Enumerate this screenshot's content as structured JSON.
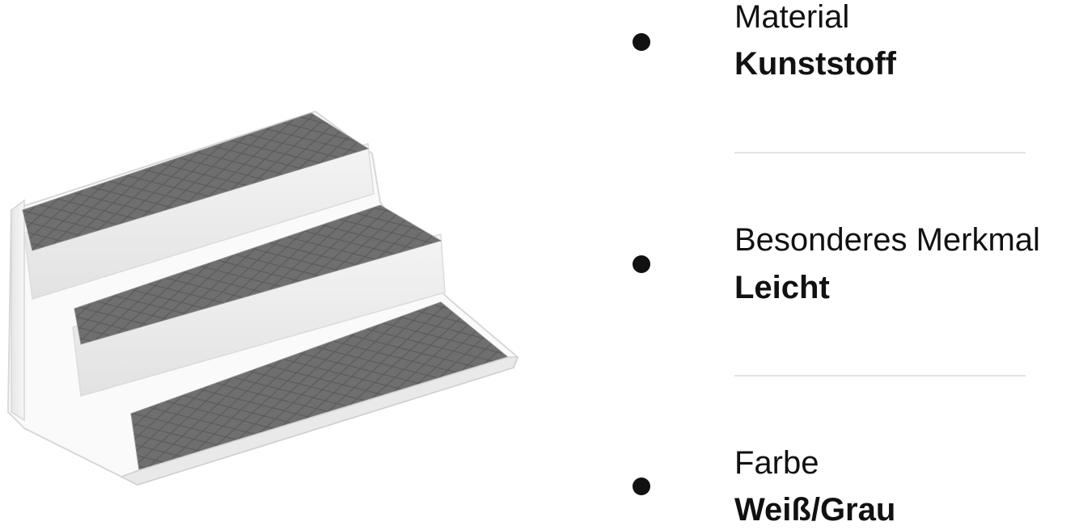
{
  "product": {
    "image_icon": "spice-rack-3-tier-image"
  },
  "features": [
    {
      "label": "Material",
      "value": "Kunststoff"
    },
    {
      "label": "Besonderes Merkmal",
      "value": "Leicht"
    },
    {
      "label": "Farbe",
      "value": "Weiß/Grau"
    }
  ],
  "colors": {
    "body": "#ffffff",
    "mat": "#6f6f6f",
    "text": "#111111",
    "divider": "#e3e3e3"
  }
}
